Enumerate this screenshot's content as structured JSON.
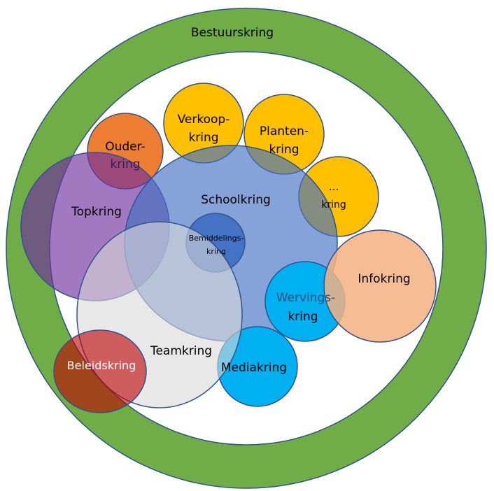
{
  "circles": {
    "bestuur": {
      "label": "Bestuurskring",
      "color": "#70ad47"
    },
    "ouder": {
      "line1": "Ouder-",
      "line2": "kring",
      "color": "#ed7d31"
    },
    "verkoop": {
      "line1": "Verkoop-",
      "line2": "kring",
      "color": "#ffc000"
    },
    "planten": {
      "line1": "Planten-",
      "line2": "kring",
      "color": "#ffc000"
    },
    "overig": {
      "line1": "...",
      "line2": "kring",
      "color": "#ffc000"
    },
    "top": {
      "label": "Topkring",
      "color": "#7030a0"
    },
    "school": {
      "label": "Schoolkring",
      "color": "#4472c4"
    },
    "bemiddeling": {
      "line1": "Bemiddelings-",
      "line2": "kring",
      "color": "#4472c4"
    },
    "werving": {
      "line1": "Wervings-",
      "line2": "kring",
      "color": "#00b0f0"
    },
    "media": {
      "label": "Mediakring",
      "color": "#00b0f0"
    },
    "team": {
      "label": "Teamkring",
      "color": "#d9d9d9"
    },
    "info": {
      "label": "Infokring",
      "color": "#f4b183"
    },
    "beleid": {
      "label": "Beleidskring",
      "color": "#c00000"
    }
  }
}
